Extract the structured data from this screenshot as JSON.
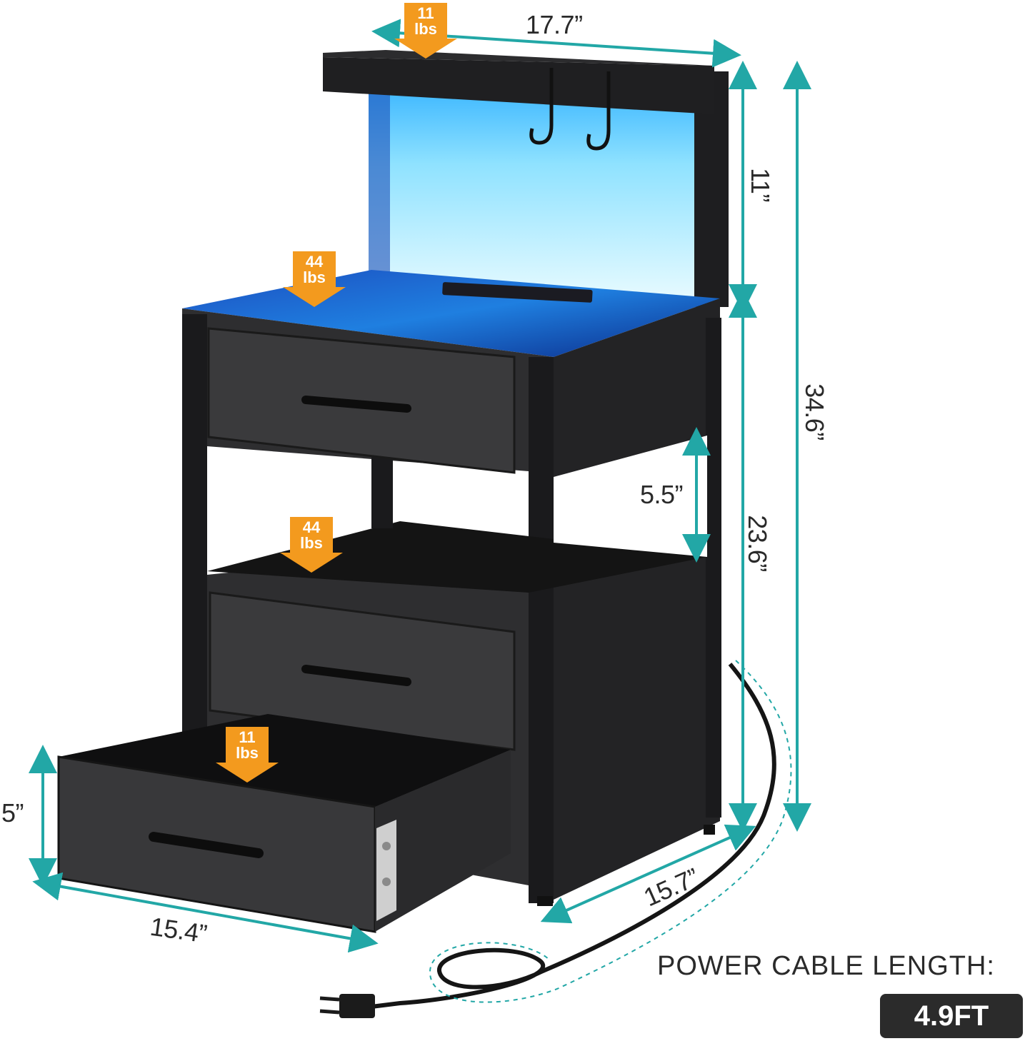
{
  "dimensions": {
    "top_width": "17.7”",
    "hutch_height": "11”",
    "total_height": "34.6”",
    "base_height": "23.6”",
    "shelf_gap": "5.5”",
    "drawer_height": "5”",
    "drawer_width": "15.4”",
    "depth": "15.7”"
  },
  "load_badges": {
    "top_shelf": {
      "number": "11",
      "unit": "lbs"
    },
    "desktop": {
      "number": "44",
      "unit": "lbs"
    },
    "middle_shelf": {
      "number": "44",
      "unit": "lbs"
    },
    "drawer": {
      "number": "11",
      "unit": "lbs"
    }
  },
  "power_cable": {
    "title": "POWER CABLE LENGTH:",
    "value": "4.9FT"
  },
  "colors": {
    "dimension_line": "#22a7a6",
    "badge": "#f39a1e",
    "cabinet": "#2e2e30",
    "led_glow": "#7fd8ff"
  }
}
